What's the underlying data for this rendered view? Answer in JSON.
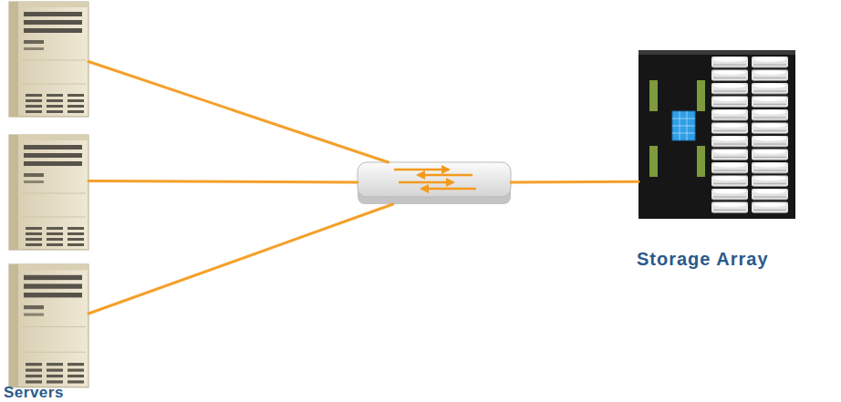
{
  "diagram": {
    "nodes": [
      {
        "text": []
      },
      {
        "text": []
      },
      {
        "text": []
      },
      {
        "text": []
      },
      {
        "text": [
          "Storage Array"
        ]
      }
    ],
    "edges": [
      {
        "from": 0,
        "to": 3,
        "arrow": "none"
      },
      {
        "from": 1,
        "to": 3,
        "arrow": "none"
      },
      {
        "from": 2,
        "to": 3,
        "arrow": "none"
      },
      {
        "from": 3,
        "to": 4,
        "arrow": "none"
      }
    ],
    "labels": [
      "Servers"
    ]
  }
}
